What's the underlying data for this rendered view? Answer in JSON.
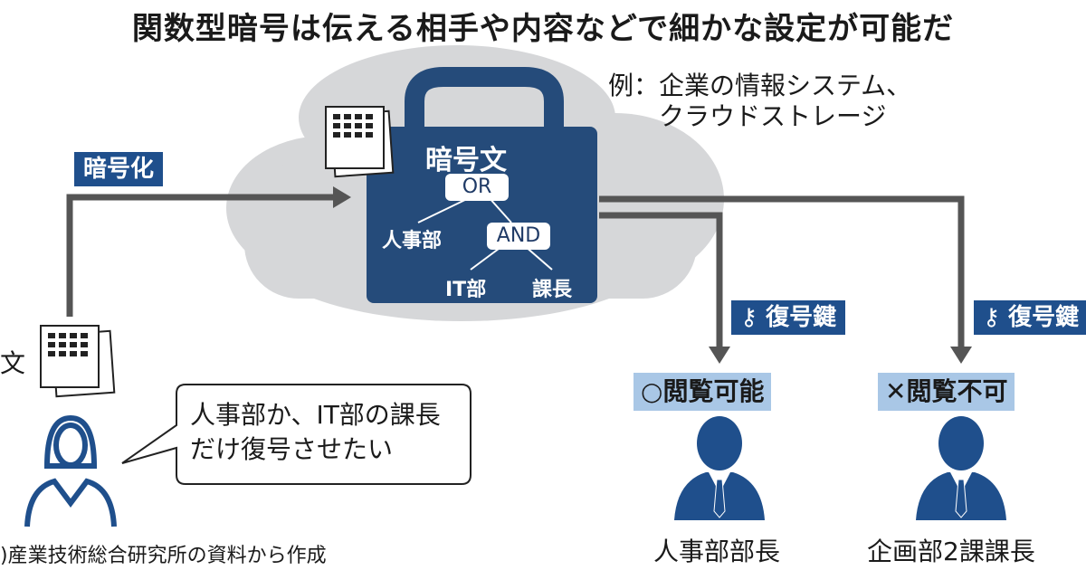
{
  "title": "関数型暗号は伝える相手や内容などで細かな設定が可能だ",
  "example": {
    "line1": "例：企業の情報システム、",
    "line2": "クラウドストレージ"
  },
  "encrypt_label": "暗号化",
  "ciphertext": {
    "title": "暗号文",
    "or": "OR",
    "and": "AND",
    "hr": "人事部",
    "it": "IT部",
    "kacho": "課長"
  },
  "key_label_1": "復号鍵",
  "key_label_2": "復号鍵",
  "result_ok": "閲覧可能",
  "result_ng": "閲覧不可",
  "person_ok": "人事部部長",
  "person_ng": "企画部2課課長",
  "plaintext_label": "文",
  "speech": {
    "line1": "人事部か、IT部の課長",
    "line2": "だけ復号させたい"
  },
  "source": ")産業技術総合研究所の資料から作成",
  "colors": {
    "navy": "#1f4f8c",
    "lock": "#254b7a",
    "cloud": "#d6d7d9",
    "arrow": "#555555",
    "light_blue": "#a9c7e6"
  }
}
